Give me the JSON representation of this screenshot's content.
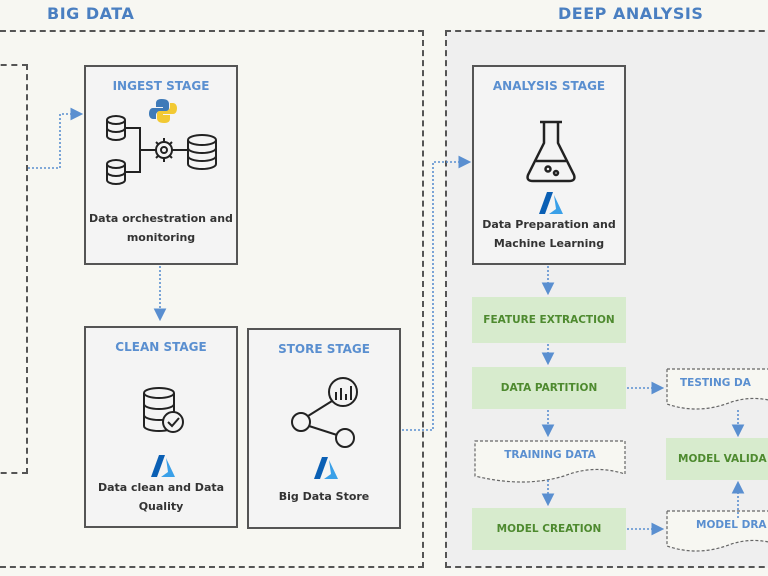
{
  "sections": {
    "big_data": "BIG DATA",
    "deep_analysis": "DEEP ANALYSIS"
  },
  "ingest": {
    "title": "INGEST STAGE",
    "desc_line1": "Data orchestration and",
    "desc_line2": "monitoring"
  },
  "clean": {
    "title": "CLEAN STAGE",
    "desc_line1": "Data clean and Data",
    "desc_line2": "Quality"
  },
  "store": {
    "title": "STORE STAGE",
    "desc_line1": "Big Data Store"
  },
  "analysis": {
    "title": "ANALYSIS STAGE",
    "desc_line1": "Data Preparation and",
    "desc_line2": "Machine Learning"
  },
  "steps": {
    "feature_extraction": "FEATURE EXTRACTION",
    "data_partition": "DATA PARTITION",
    "training_data": "TRAINING DATA",
    "model_creation": "MODEL CREATION",
    "testing_data": "TESTING DA",
    "model_validation": "MODEL VALIDA",
    "model_draft": "MODEL DRA"
  },
  "icons": {
    "python": "python-logo-icon",
    "azure": "azure-logo-icon",
    "flask": "flask-icon",
    "database": "database-icon",
    "gear": "gear-icon",
    "share": "share-network-icon",
    "chart": "chart-icon"
  },
  "colors": {
    "accent_blue": "#5a8fd0",
    "green_fill": "#d7ebcd",
    "green_text": "#4e8a2f",
    "border": "#555555"
  }
}
